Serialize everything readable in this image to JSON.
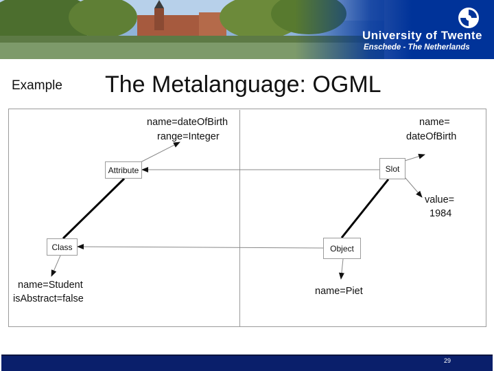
{
  "header": {
    "university_name": "University of Twente",
    "university_location": "Enschede - The Netherlands",
    "logo_icon": "university-logo-icon"
  },
  "slide": {
    "section_label": "Example",
    "title": "The Metalanguage: OGML",
    "page_number": "29"
  },
  "diagram": {
    "nodes": {
      "attribute": "Attribute",
      "class": "Class",
      "slot": "Slot",
      "object": "Object"
    },
    "labels": {
      "attribute_name": "name=dateOfBirth",
      "attribute_range": "range=Integer",
      "class_name": "name=Student",
      "class_abstract": "isAbstract=false",
      "slot_name_1": "name=",
      "slot_name_2": "dateOfBirth",
      "slot_value_1": "value=",
      "slot_value_2": "1984",
      "object_name": "name=Piet"
    }
  },
  "colors": {
    "brand_blue": "#003399",
    "footer_blue": "#0a1f6b"
  }
}
